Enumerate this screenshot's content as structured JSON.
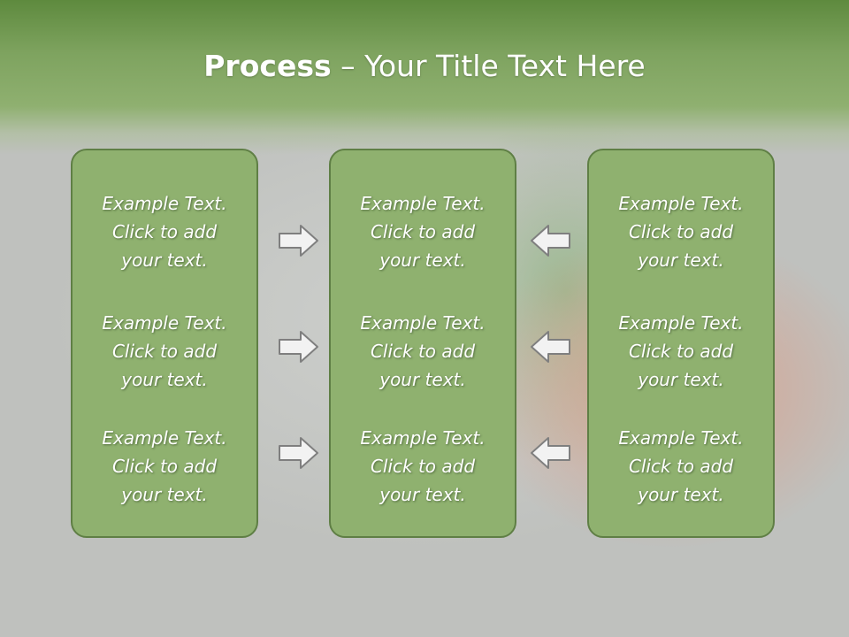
{
  "slide": {
    "title_bold": "Process",
    "title_rest": " – Your Title Text Here"
  },
  "columns": [
    {
      "items": [
        {
          "line1": "Example Text.",
          "line2": "Click  to add",
          "line3": "your text."
        },
        {
          "line1": "Example Text.",
          "line2": "Click  to add",
          "line3": "your text."
        },
        {
          "line1": "Example Text.",
          "line2": "Click  to add",
          "line3": "your text."
        }
      ]
    },
    {
      "items": [
        {
          "line1": "Example Text.",
          "line2": "Click  to add",
          "line3": "your text."
        },
        {
          "line1": "Example Text.",
          "line2": "Click  to add",
          "line3": "your text."
        },
        {
          "line1": "Example Text.",
          "line2": "Click  to add",
          "line3": "your text."
        }
      ]
    },
    {
      "items": [
        {
          "line1": "Example Text.",
          "line2": "Click  to add",
          "line3": "your text."
        },
        {
          "line1": "Example Text.",
          "line2": "Click  to add",
          "line3": "your text."
        },
        {
          "line1": "Example Text.",
          "line2": "Click  to add",
          "line3": "your text."
        }
      ]
    }
  ],
  "arrows": {
    "left_group": [
      "arrow-right-icon",
      "arrow-right-icon",
      "arrow-right-icon"
    ],
    "right_group": [
      "arrow-left-icon",
      "arrow-left-icon",
      "arrow-left-icon"
    ]
  },
  "colors": {
    "banner": "#7ea35f",
    "panel_fill": "#8fb16f",
    "panel_border": "#5f7f45",
    "text": "#ffffff",
    "arrow_fill": "#f2f2f2",
    "arrow_stroke": "#7f7f7f"
  }
}
